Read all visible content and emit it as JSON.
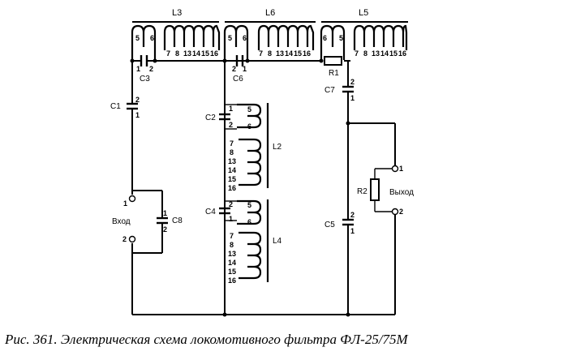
{
  "figure": {
    "caption": "Рис. 361. Электрическая схема локомотивного фильтра ФЛ-25/75М"
  },
  "transformers": {
    "L3": {
      "name": "L3",
      "pins": [
        "5",
        "6",
        "7",
        "8",
        "13",
        "14",
        "15",
        "16"
      ]
    },
    "L6": {
      "name": "L6",
      "pins": [
        "5",
        "6",
        "7",
        "8",
        "13",
        "14",
        "15",
        "16"
      ]
    },
    "L5": {
      "name": "L5",
      "pins": [
        "6",
        "5",
        "7",
        "8",
        "13",
        "14",
        "15",
        "16"
      ]
    },
    "L2": {
      "name": "L2",
      "pins": [
        "5",
        "6",
        "7",
        "8",
        "13",
        "14",
        "15",
        "16"
      ]
    },
    "L4": {
      "name": "L4",
      "pins": [
        "5",
        "6",
        "7",
        "8",
        "13",
        "14",
        "15",
        "16"
      ]
    }
  },
  "capacitors": {
    "C1": {
      "name": "C1",
      "pin_a": "2",
      "pin_b": "1"
    },
    "C3": {
      "name": "C3",
      "pin_a": "1",
      "pin_b": "2"
    },
    "C6": {
      "name": "C6",
      "pin_a": "2",
      "pin_b": "1"
    },
    "C7": {
      "name": "C7",
      "pin_a": "2",
      "pin_b": "1"
    },
    "C2": {
      "name": "C2",
      "pin_a": "1",
      "pin_b": "2"
    },
    "C4": {
      "name": "C4",
      "pin_a": "2",
      "pin_b": "1"
    },
    "C5": {
      "name": "C5",
      "pin_a": "2",
      "pin_b": "1"
    },
    "C8": {
      "name": "C8",
      "pin_a": "1",
      "pin_b": "2"
    }
  },
  "resistors": {
    "R1": {
      "name": "R1"
    },
    "R2": {
      "name": "R2"
    }
  },
  "input": {
    "label": "Вход",
    "pin_1": "1",
    "pin_2": "2"
  },
  "output": {
    "label": "Выход",
    "pin_1": "1",
    "pin_2": "2"
  }
}
